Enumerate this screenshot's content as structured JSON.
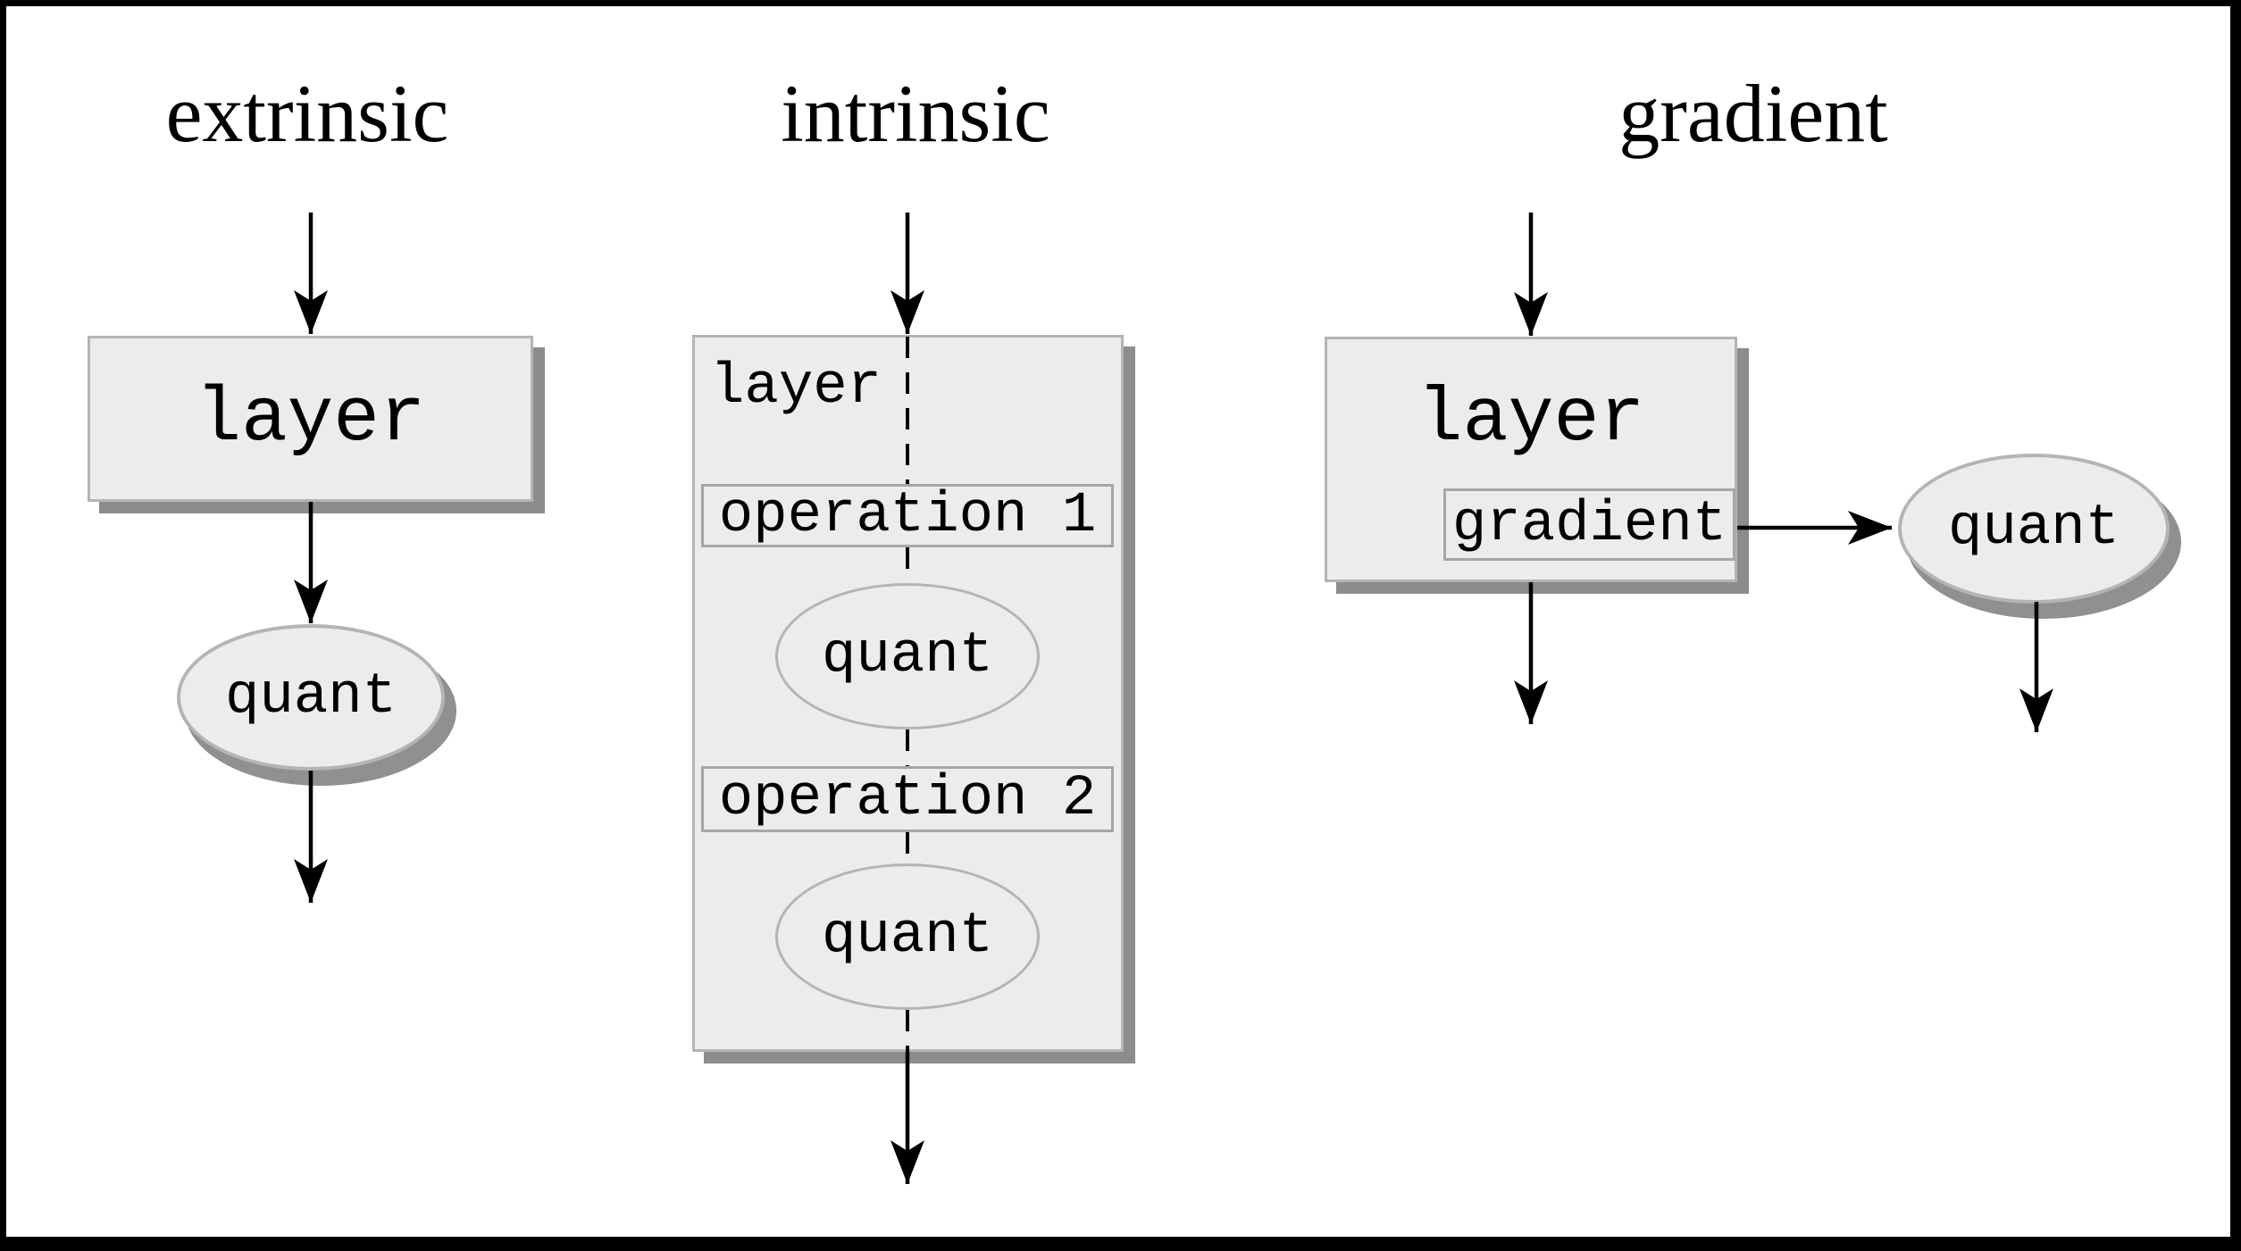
{
  "figure": {
    "columns": [
      {
        "title": "extrinsic",
        "nodes": [
          {
            "label": "layer",
            "shape": "box"
          },
          {
            "label": "quant",
            "shape": "ellipse"
          }
        ]
      },
      {
        "title": "intrinsic",
        "nodes": [
          {
            "label": "layer",
            "shape": "container-box"
          },
          {
            "label": "operation 1",
            "shape": "box"
          },
          {
            "label": "quant",
            "shape": "ellipse"
          },
          {
            "label": "operation 2",
            "shape": "box"
          },
          {
            "label": "quant",
            "shape": "ellipse"
          }
        ]
      },
      {
        "title": "gradient",
        "nodes": [
          {
            "label": "layer",
            "shape": "box"
          },
          {
            "label": "gradient",
            "shape": "box"
          },
          {
            "label": "quant",
            "shape": "ellipse"
          }
        ]
      }
    ],
    "colors": {
      "background": "#ffffff",
      "frame": "#000000",
      "node_fill": "#ececec",
      "node_border": "#b4b4b4",
      "inner_border": "#a6a6a6",
      "box_shadow": "#8c8c8c",
      "ellipse_shadow": "#909090",
      "text": "#000000"
    }
  }
}
